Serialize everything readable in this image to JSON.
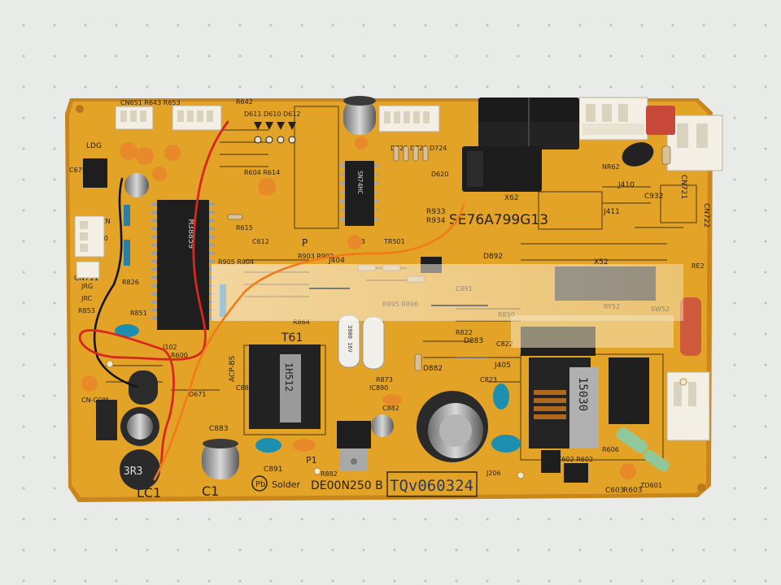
{
  "board": {
    "top_part_number": "SE76A799G13",
    "model_code": "DE00N250 B",
    "handwritten_code": "TQv060324",
    "solder_mark": "Solder",
    "ic_main_marking": "M38859",
    "ic_dip14_marking": "SN74HC",
    "transformer_marking": "1H512",
    "flyback_marking": "15030",
    "inductor_marking": "3R3",
    "capacitor_marking": "3900 16V",
    "label_t61": "T61",
    "label_p": "P",
    "label_p1": "P1",
    "label_lc1": "LC1",
    "label_c1": "C1",
    "label_x62": "X62",
    "label_x52": "X52",
    "label_j410": "J410",
    "label_j411": "J411",
    "label_j405": "J405",
    "label_cn711": "CN711",
    "label_cn721": "CN721",
    "label_cn722": "CN722",
    "label_r933": "R933",
    "label_r934": "R934",
    "label_c883": "C883",
    "label_c891": "C891",
    "label_c603": "C603",
    "label_r603": "R603",
    "label_d883": "D883",
    "label_d882": "D882",
    "label_c932": "C932",
    "label_j404": "J404",
    "label_d892": "D892",
    "label_acp": "ACP-BS",
    "label_ldg": "LDG"
  },
  "colors": {
    "pcb": "#e3a326",
    "pcb_edge": "#c8861b",
    "silkscreen": "#2a2114",
    "wire_red": "#d8281e",
    "wire_orange": "#f07a1c",
    "wire_black": "#151515",
    "relay_black": "#1b1b1b",
    "connector_white": "#f3efe4",
    "cap_blue": "#1d8fb0",
    "cap_orange": "#e88a2a"
  }
}
